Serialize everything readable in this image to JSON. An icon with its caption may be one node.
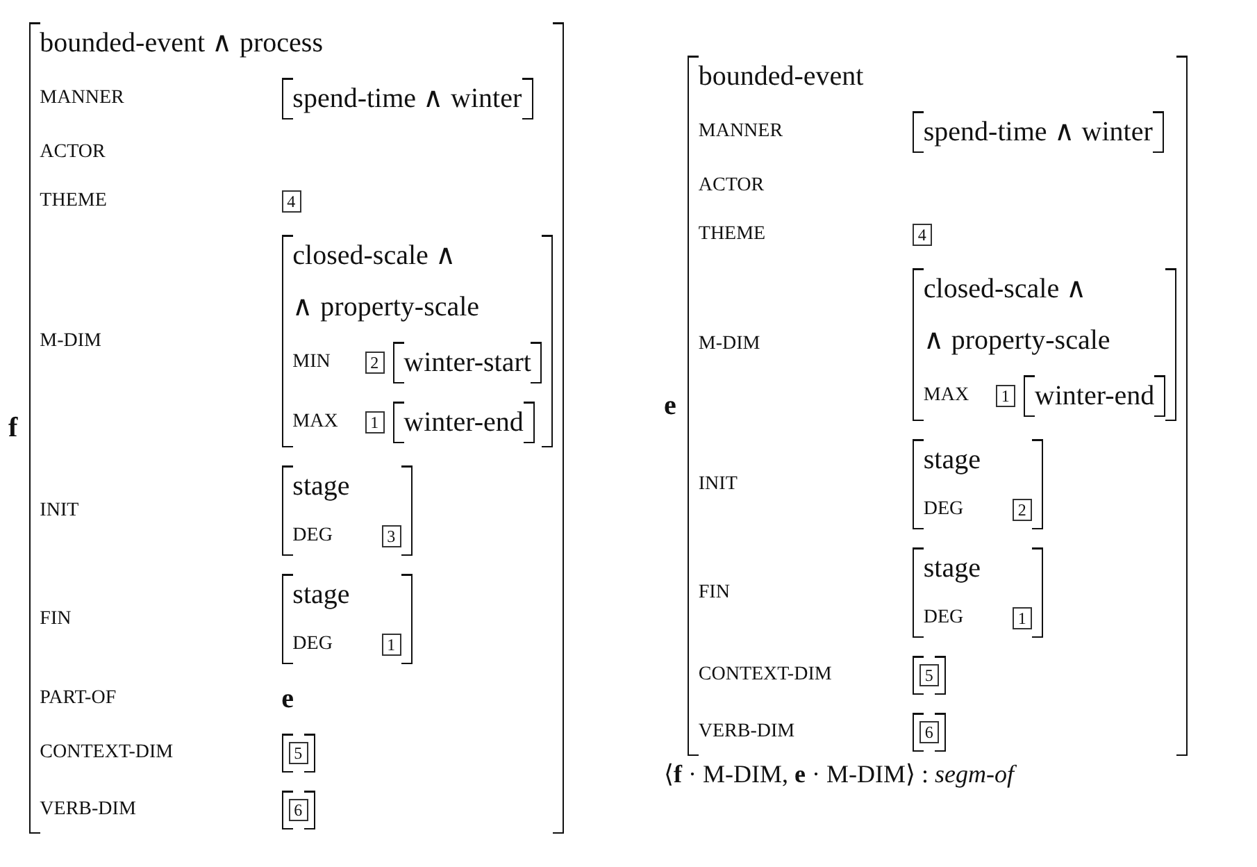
{
  "diagram": {
    "caption": "⟨**f** · M-DIM, **e** · M-DIM⟩ : *segm-of*",
    "nodes": [
      {
        "text": [
          "bounded-event ∧ process",
          "MANNER",
          "ACTOR",
          "THEME",
          "M-DIM",
          "INIT",
          "FIN",
          "PART-OF",
          "e",
          "CONTEXT-DIM",
          "VERB-DIM"
        ],
        "beside": [
          "f"
        ]
      },
      {
        "text": [
          "spend-time ∧ winter"
        ],
        "in": 0
      },
      {
        "text": [
          "4"
        ],
        "in": 0
      },
      {
        "text": [
          "closed-scale ∧",
          "∧ property-scale",
          "MIN",
          "MAX"
        ],
        "in": 0
      },
      {
        "text": [
          "2"
        ],
        "in": 3
      },
      {
        "text": [
          "winter-start"
        ],
        "in": 3
      },
      {
        "text": [
          "1"
        ],
        "in": 3
      },
      {
        "text": [
          "winter-end"
        ],
        "in": 3
      },
      {
        "text": [
          "stage",
          "DEG"
        ],
        "in": 0
      },
      {
        "text": [
          "3"
        ],
        "in": 8
      },
      {
        "text": [
          "stage",
          "DEG"
        ],
        "in": 0
      },
      {
        "text": [
          "1"
        ],
        "in": 10
      },
      {
        "text": [],
        "shape": "box",
        "in": 0
      },
      {
        "text": [
          "5"
        ],
        "in": 12
      },
      {
        "text": [],
        "shape": "box",
        "in": 0
      },
      {
        "text": [
          "6"
        ],
        "in": 14
      },
      {
        "text": [
          "bounded-event",
          "MANNER",
          "ACTOR",
          "THEME",
          "M-DIM",
          "INIT",
          "FIN",
          "CONTEXT-DIM",
          "VERB-DIM"
        ],
        "beside": [
          "e"
        ]
      },
      {
        "text": [
          "spend-time ∧ winter"
        ],
        "in": 16
      },
      {
        "text": [
          "4"
        ],
        "in": 16
      },
      {
        "text": [
          "closed-scale ∧",
          "∧ property-scale",
          "MAX"
        ],
        "in": 16
      },
      {
        "text": [
          "1"
        ],
        "in": 19
      },
      {
        "text": [
          "winter-end"
        ],
        "in": 19
      },
      {
        "text": [
          "stage",
          "DEG"
        ],
        "in": 16
      },
      {
        "text": [
          "2"
        ],
        "in": 22
      },
      {
        "text": [
          "stage",
          "DEG"
        ],
        "in": 16
      },
      {
        "text": [
          "1"
        ],
        "in": 24
      },
      {
        "text": [],
        "shape": "box",
        "in": 16
      },
      {
        "text": [
          "5"
        ],
        "in": 26
      },
      {
        "text": [],
        "shape": "box",
        "in": 16
      },
      {
        "text": [
          "6"
        ],
        "in": 28
      }
    ]
  }
}
